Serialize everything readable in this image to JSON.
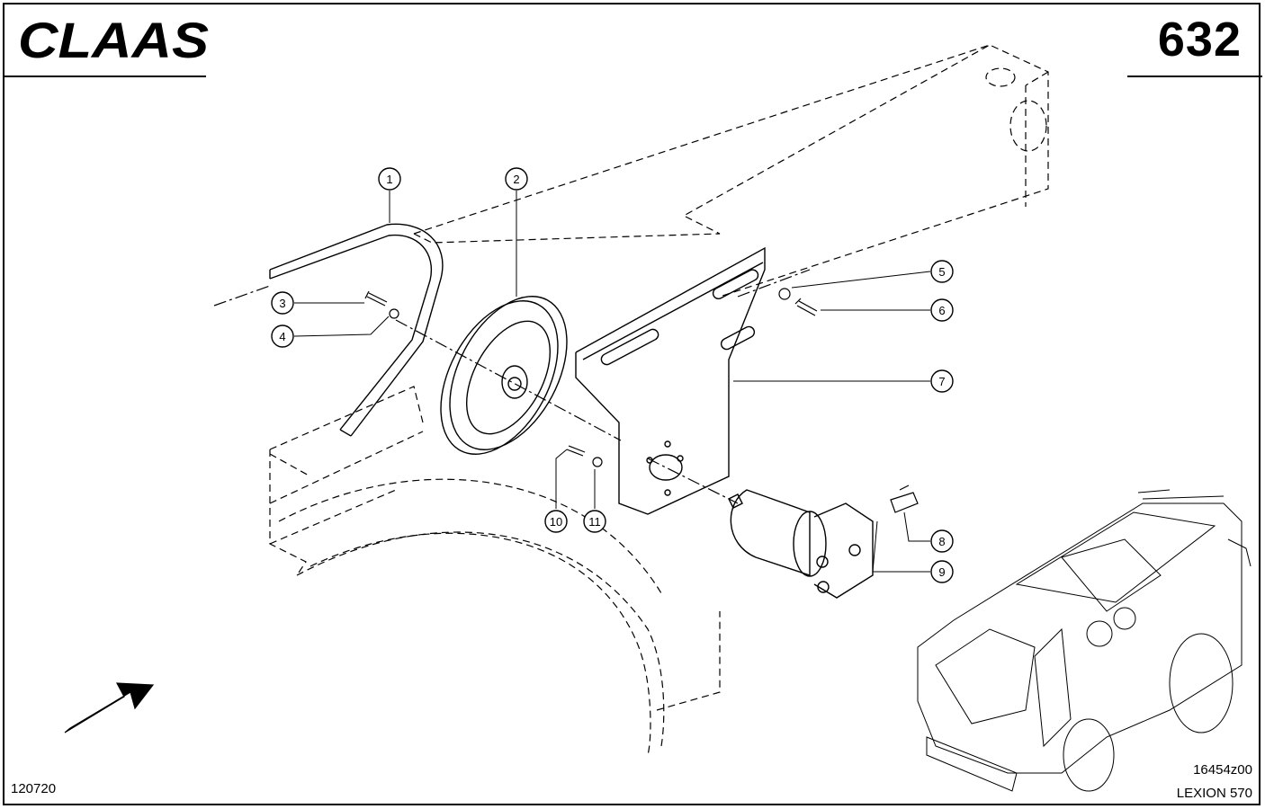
{
  "header": {
    "brand": "CLAAS",
    "page_number": "632"
  },
  "footer": {
    "doc_code": "120720",
    "drawing_code": "16454z00",
    "model": "LEXION 570"
  },
  "callouts": [
    {
      "id": "1",
      "label": "1"
    },
    {
      "id": "2",
      "label": "2"
    },
    {
      "id": "3",
      "label": "3"
    },
    {
      "id": "4",
      "label": "4"
    },
    {
      "id": "5",
      "label": "5"
    },
    {
      "id": "6",
      "label": "6"
    },
    {
      "id": "7",
      "label": "7"
    },
    {
      "id": "8",
      "label": "8"
    },
    {
      "id": "9",
      "label": "9"
    },
    {
      "id": "10",
      "label": "10"
    },
    {
      "id": "11",
      "label": "11"
    }
  ],
  "colors": {
    "ink": "#000000",
    "paper": "#ffffff"
  }
}
